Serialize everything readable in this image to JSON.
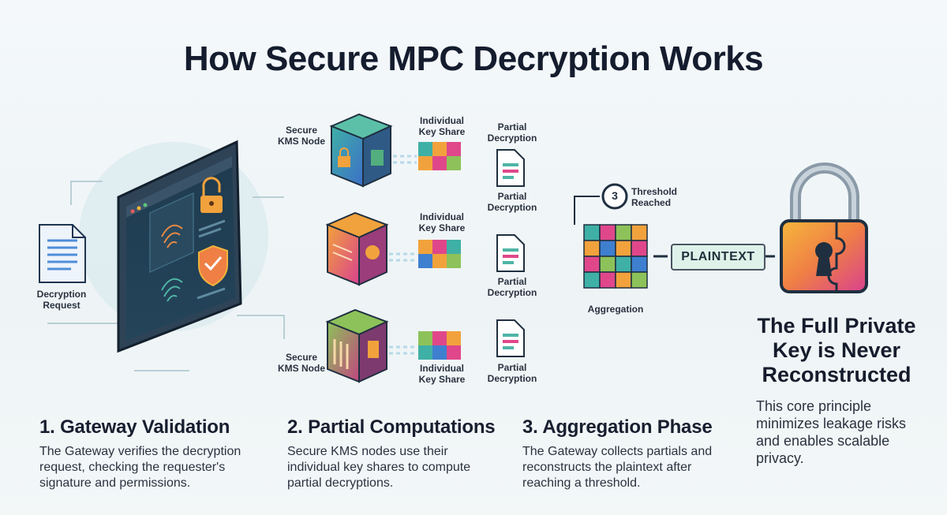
{
  "title": "How Secure MPC Decryption Works",
  "request": {
    "label": "Decryption Request"
  },
  "nodes": [
    {
      "label": "Secure KMS Node",
      "share_label": "Individual Key Share",
      "partial_label": "Partial Decryption"
    },
    {
      "label": "",
      "share_label": "Individual Key Share",
      "partial_label": "Partial Decryption"
    },
    {
      "label": "Secure KMS Node",
      "share_label": "Individual Key Share",
      "partial_label": "Partial Decryption"
    }
  ],
  "extra_partial_label": "Partial Decryption",
  "aggregation": {
    "badge": "3",
    "threshold_label": "Threshold Reached",
    "label": "Aggregation"
  },
  "plaintext_label": "PLAINTEXT",
  "steps": [
    {
      "heading": "1. Gateway Validation",
      "body": "The Gateway verifies the decryption request, checking the requester's signature and permissions."
    },
    {
      "heading": "2. Partial Computations",
      "body": "Secure KMS nodes use their individual key shares to compute partial decryptions."
    },
    {
      "heading": "3. Aggregation Phase",
      "body": "The Gateway collects partials and reconstructs the plaintext after reaching a threshold."
    }
  ],
  "principle": {
    "heading": "The Full Private Key is Never Reconstructed",
    "body": "This core principle minimizes leakage risks and enables scalable privacy."
  },
  "colors": {
    "accent_teal": "#4fb5a6",
    "accent_orange": "#f2a23c",
    "accent_pink": "#e0478a",
    "accent_blue": "#3f7fd0",
    "dark_frame": "#1f2f40"
  }
}
